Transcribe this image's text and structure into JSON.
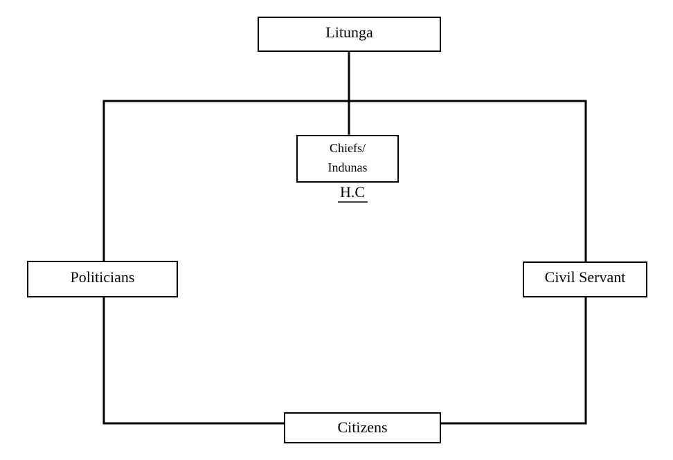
{
  "diagram": {
    "nodes": {
      "litunga": "Litunga",
      "chiefs_line1": "Chiefs/",
      "chiefs_line2": "Indunas",
      "hc_label": "H.C",
      "politicians": "Politicians",
      "civil_servant": "Civil Servant",
      "citizens": "Citizens"
    },
    "colors": {
      "stroke": "#000000",
      "background": "#ffffff"
    }
  }
}
